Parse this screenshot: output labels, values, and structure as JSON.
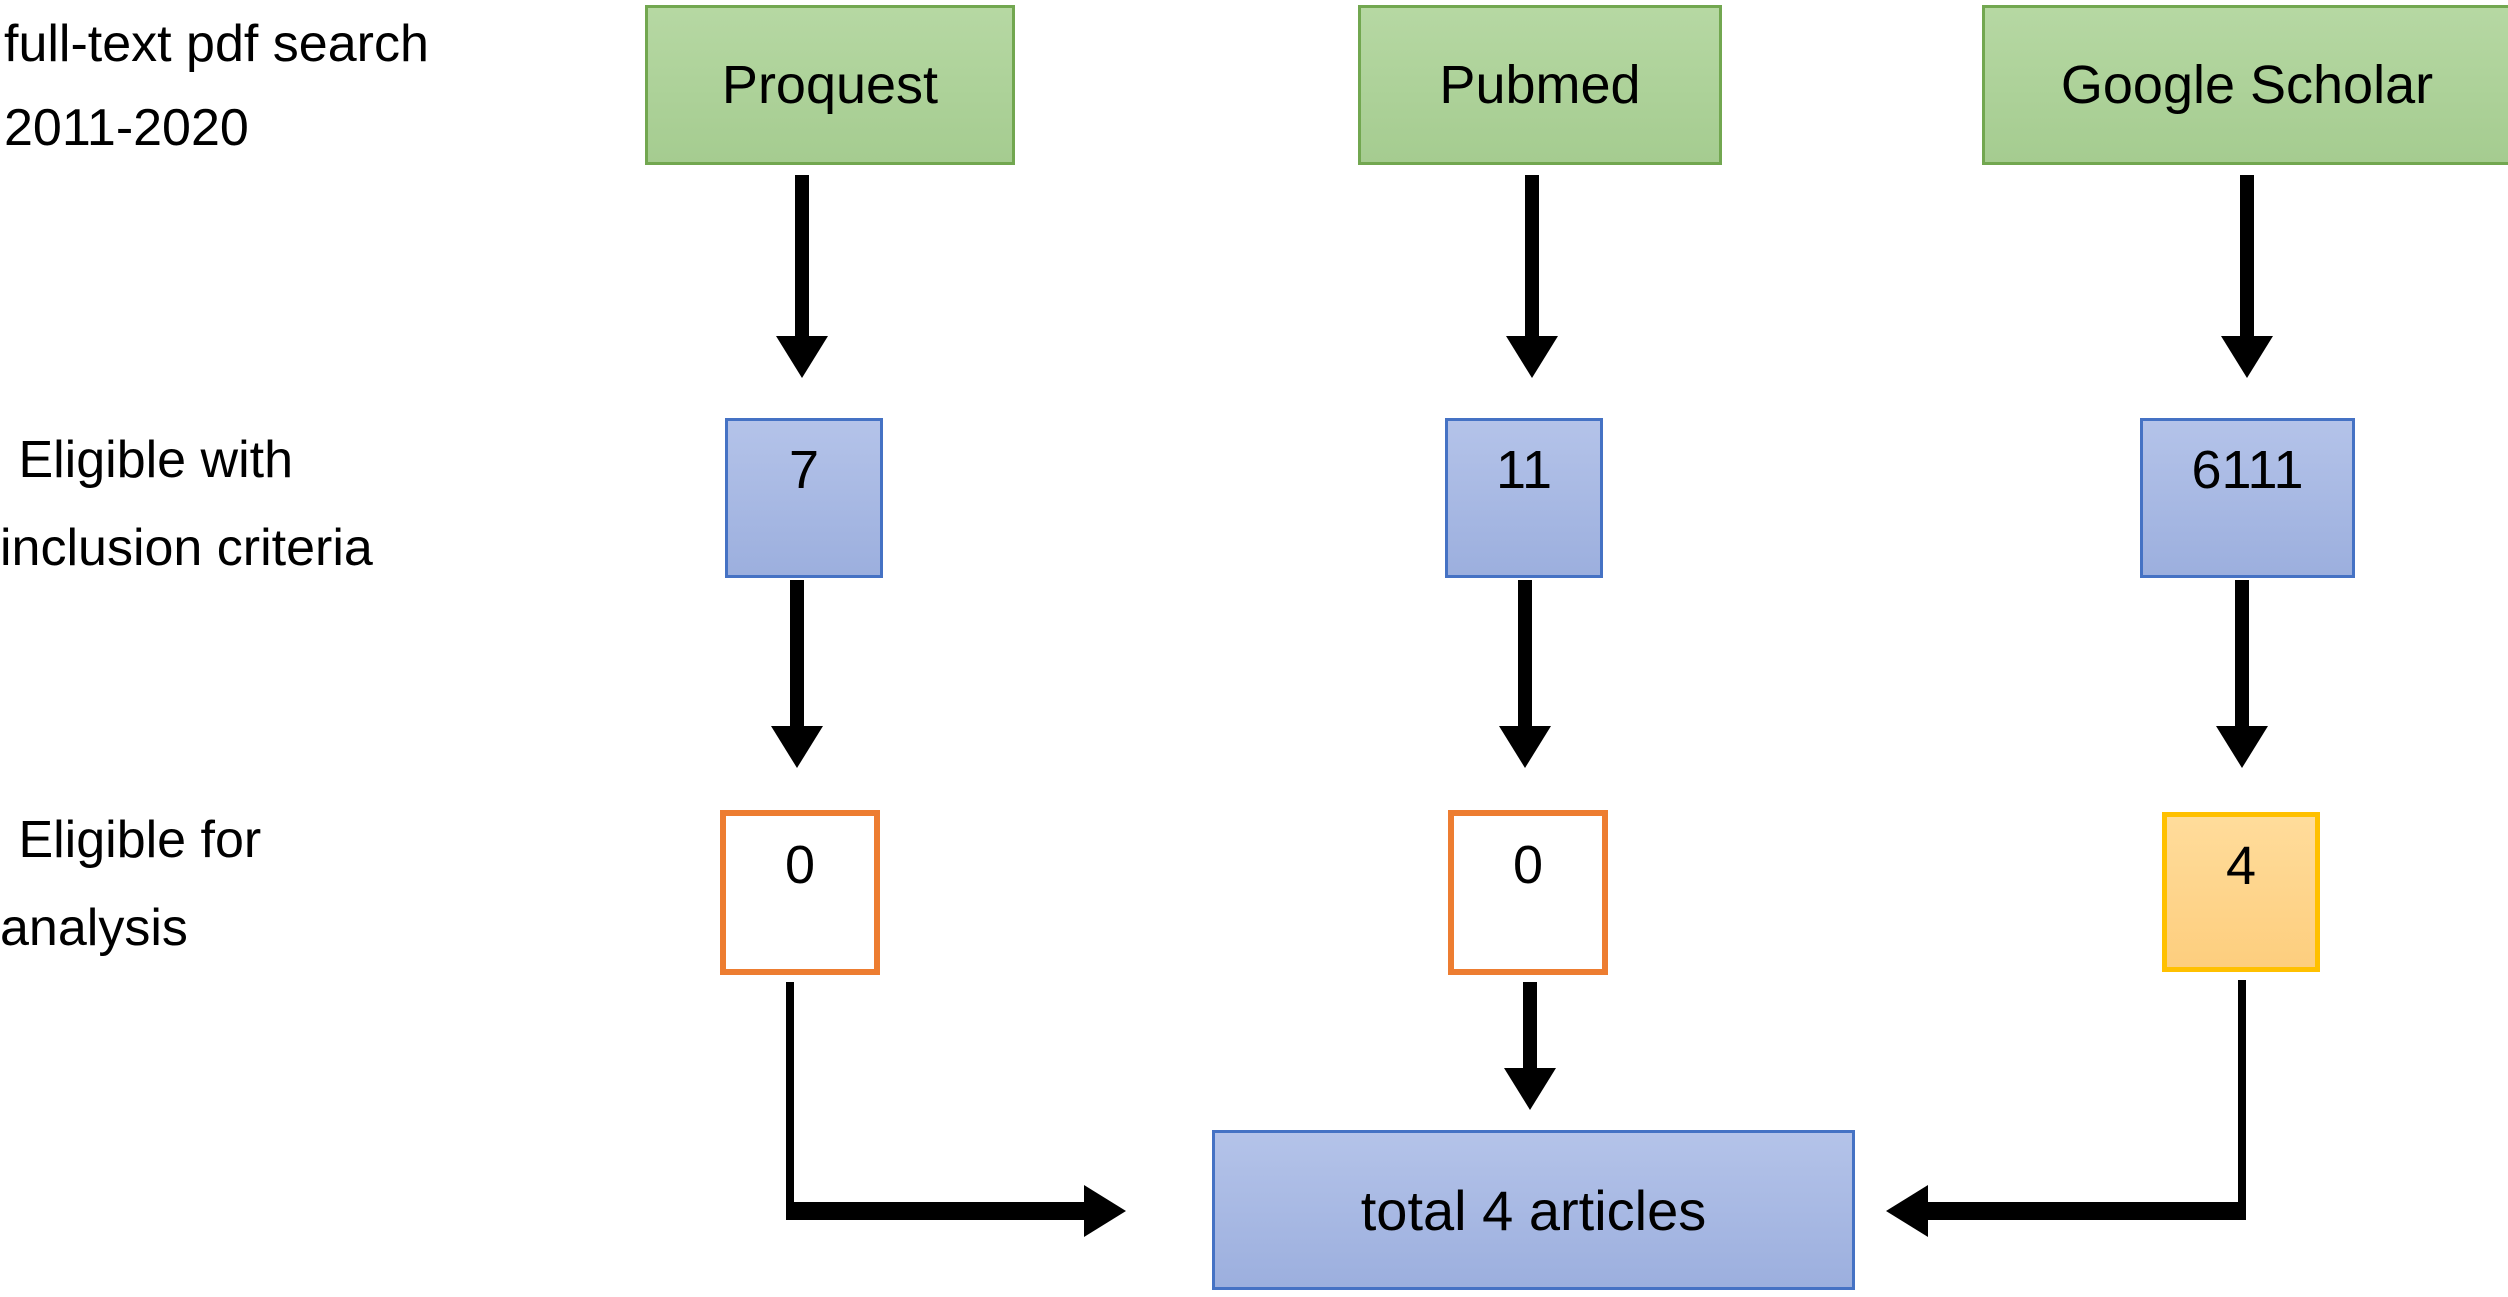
{
  "diagram": {
    "type": "prisma-flow-diagram",
    "background_color": "#FFFFFF",
    "palette": {
      "green_fill": "#AFD49A",
      "green_border": "#72A750",
      "blue_fill": "#A7B7E3",
      "blue_border": "#4572C4",
      "orange_border": "#ED7D31",
      "orange_fill": "#FFFFFF",
      "yellow_fill": "#FDCE7E",
      "yellow_border": "#FFC000",
      "arrow_color": "#000000",
      "text_color": "#000000"
    },
    "stage_labels": [
      {
        "line1": "full-text pdf search",
        "line2": "2011-2020"
      },
      {
        "line1": " Eligible with",
        "line2": "inclusion criteria"
      },
      {
        "line1": " Eligible for",
        "line2": "analysis"
      }
    ],
    "sources": [
      {
        "name": "Proquest",
        "eligible_with_inclusion_criteria": "7",
        "eligible_for_analysis": "0"
      },
      {
        "name": "Pubmed",
        "eligible_with_inclusion_criteria": "11",
        "eligible_for_analysis": "0"
      },
      {
        "name": "Google Scholar",
        "eligible_with_inclusion_criteria": "6111",
        "eligible_for_analysis": "4"
      }
    ],
    "total": {
      "label": "total 4 articles"
    }
  }
}
